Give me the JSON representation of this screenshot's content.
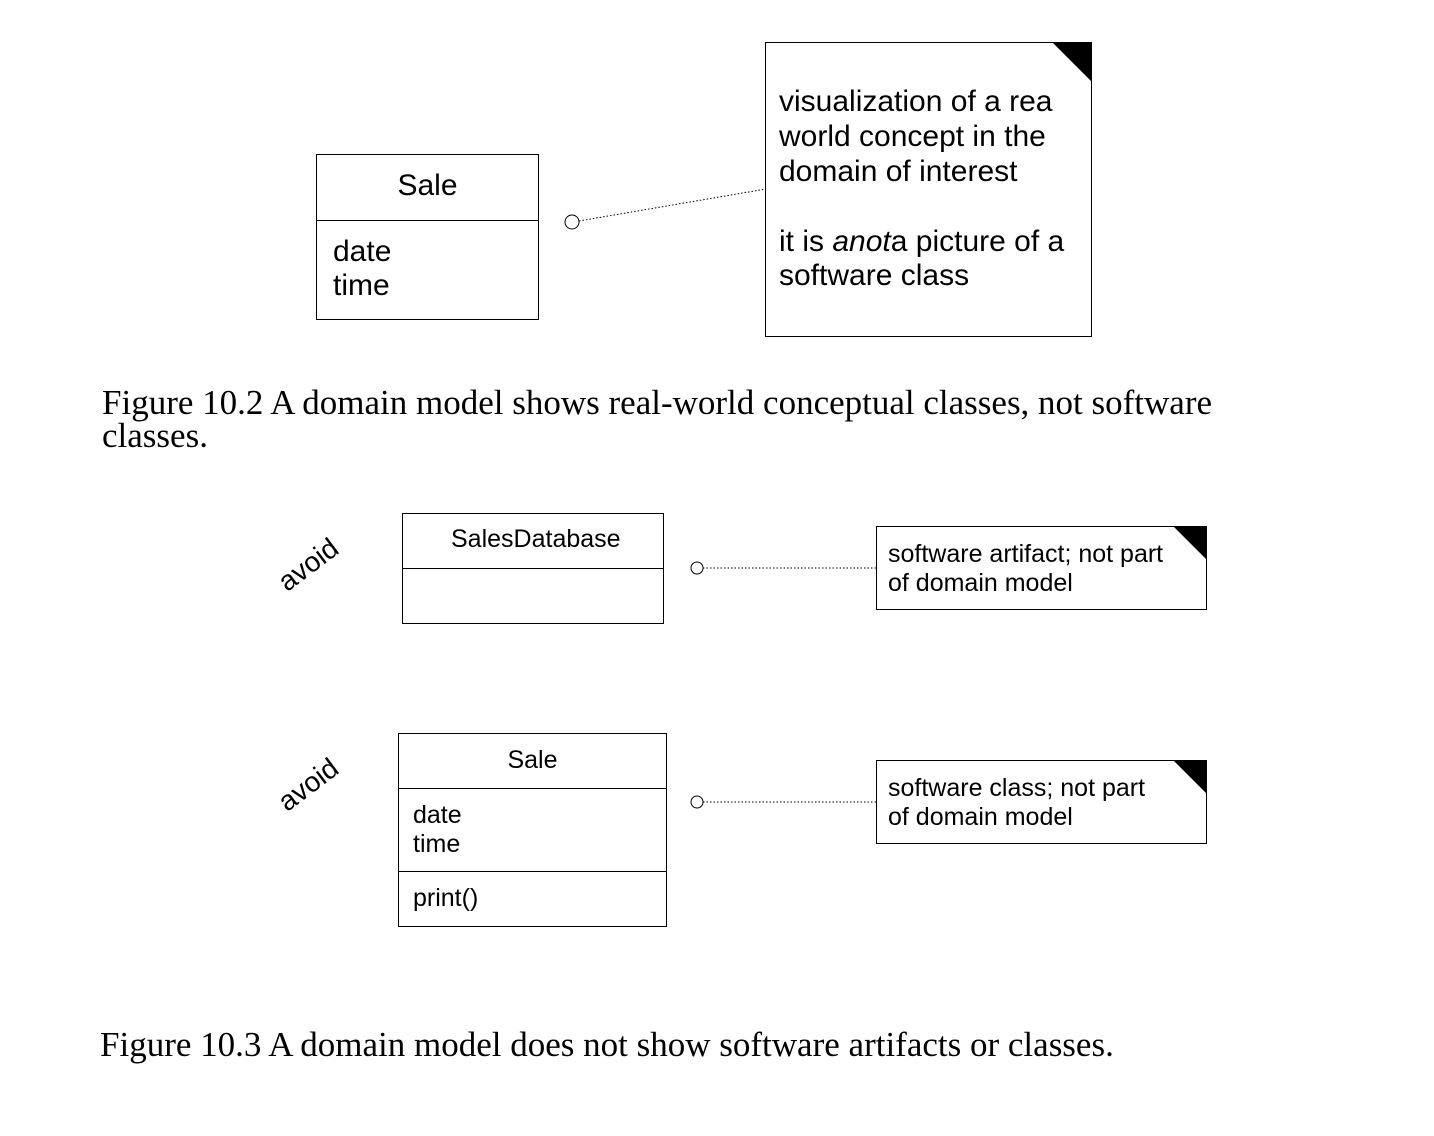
{
  "figure_10_2": {
    "class_box": {
      "name": "Sale",
      "attributes": [
        "date",
        "time"
      ]
    },
    "note": {
      "lines": [
        "visualization of a rea",
        "world concept in the",
        "domain of interest"
      ],
      "line4_prefix": "it is ",
      "line4_italic": "anot",
      "line4_suffix": "a picture of a",
      "line5": "software class"
    },
    "caption_line1": "Figure 10.2 A domain model shows real-world conceptual classes, not software",
    "caption_line2": "classes."
  },
  "figure_10_3": {
    "avoid_label_1": "avoid",
    "class_box_1": {
      "name": "SalesDatabase"
    },
    "note_1": {
      "lines": [
        "software artifact; not part",
        "of domain model"
      ]
    },
    "avoid_label_2": "avoid",
    "class_box_2": {
      "name": "Sale",
      "attributes": [
        "date",
        "time"
      ],
      "operations": [
        "print()"
      ]
    },
    "note_2": {
      "lines": [
        "software class; not part",
        "of domain model"
      ]
    },
    "caption": "Figure 10.3 A domain model does not show software artifacts or classes."
  }
}
